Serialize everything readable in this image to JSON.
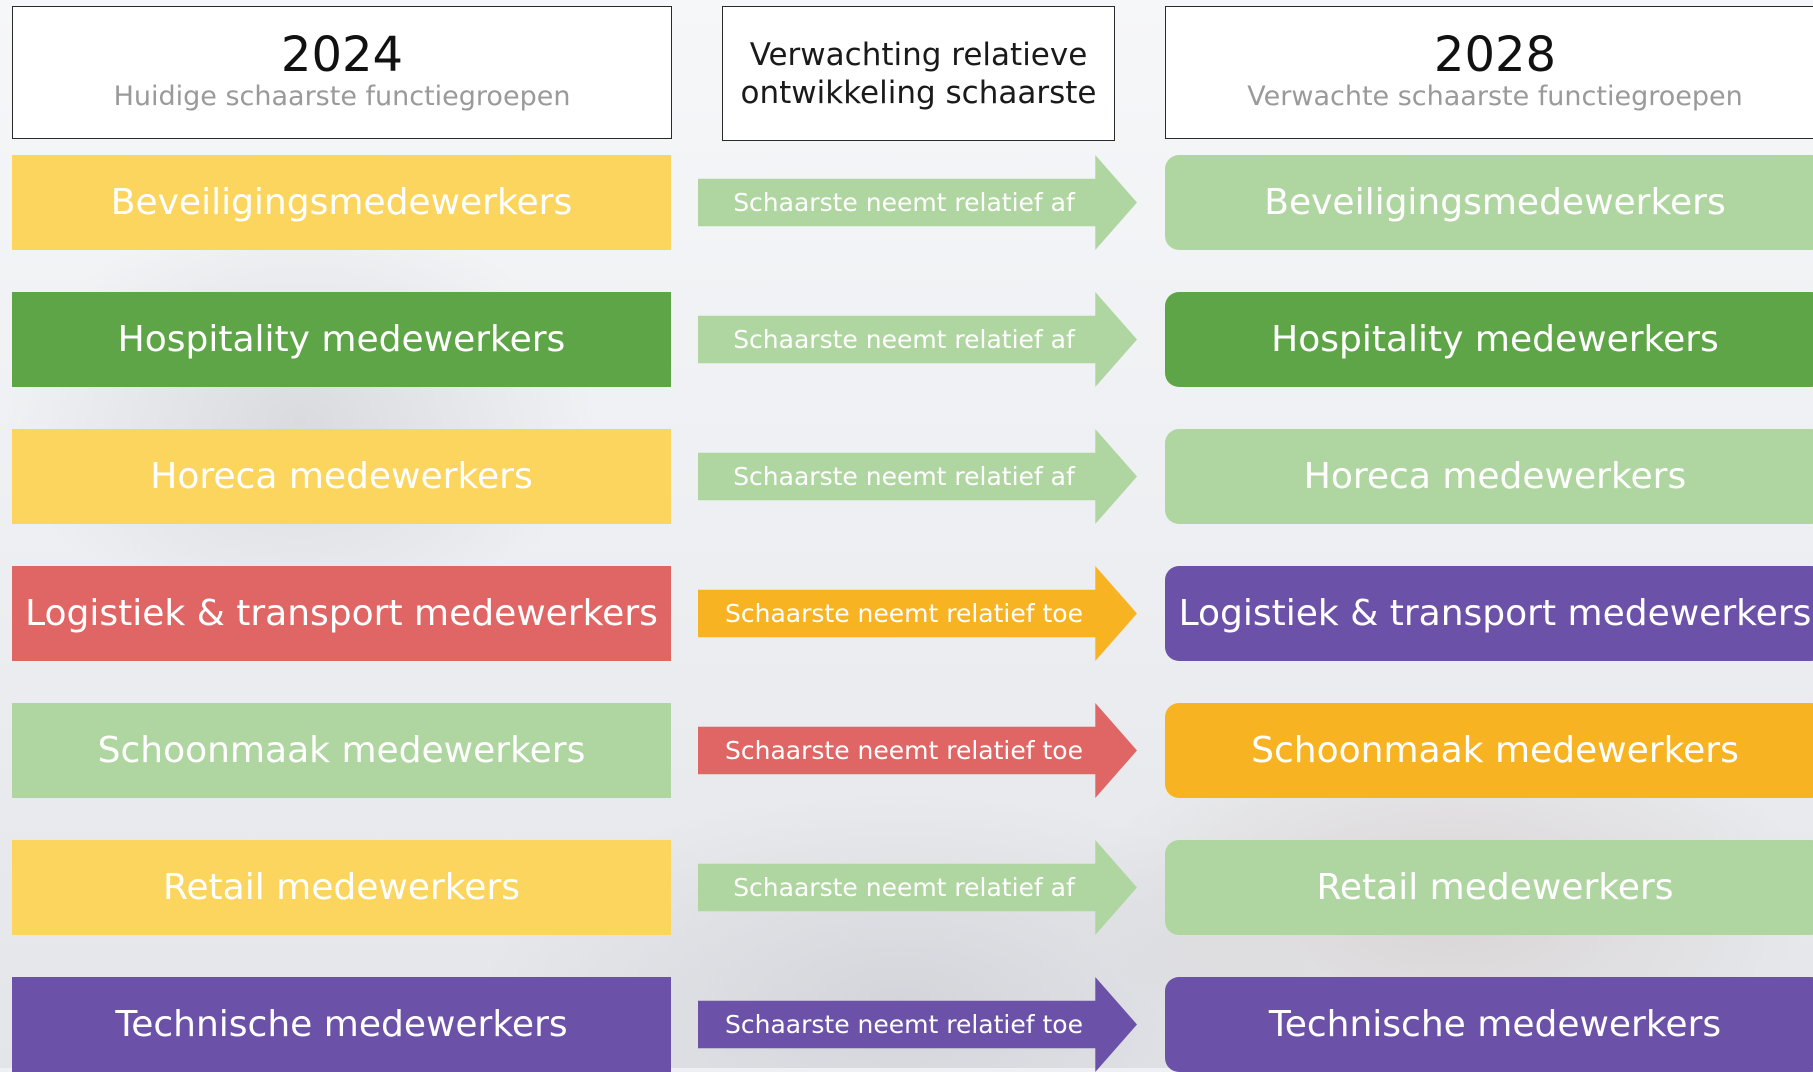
{
  "colors": {
    "yellow": "#fbd55d",
    "yellow_strong": "#f8b323",
    "dark_green": "#5ea548",
    "light_green": "#afd6a0",
    "red": "#e06565",
    "purple": "#6b51a8"
  },
  "header": {
    "left_year": "2024",
    "left_subtitle": "Huidige schaarste functiegroepen",
    "middle_title": "Verwachting relatieve ontwikkeling schaarste",
    "right_year": "2028",
    "right_subtitle": "Verwachte schaarste functiegroepen"
  },
  "rows": [
    {
      "left_label": "Beveiligingsmedewerkers",
      "left_color": "#fbd55d",
      "arrow_label": "Schaarste neemt relatief af",
      "arrow_color": "#afd6a0",
      "right_label": "Beveiligingsmedewerkers",
      "right_color": "#afd6a0"
    },
    {
      "left_label": "Hospitality medewerkers",
      "left_color": "#5ea548",
      "arrow_label": "Schaarste neemt relatief af",
      "arrow_color": "#afd6a0",
      "right_label": "Hospitality medewerkers",
      "right_color": "#5ea548"
    },
    {
      "left_label": "Horeca medewerkers",
      "left_color": "#fbd55d",
      "arrow_label": "Schaarste neemt relatief af",
      "arrow_color": "#afd6a0",
      "right_label": "Horeca medewerkers",
      "right_color": "#afd6a0"
    },
    {
      "left_label": "Logistiek & transport medewerkers",
      "left_color": "#e06565",
      "arrow_label": "Schaarste neemt relatief toe",
      "arrow_color": "#f8b323",
      "right_label": "Logistiek & transport medewerkers",
      "right_color": "#6b51a8"
    },
    {
      "left_label": "Schoonmaak medewerkers",
      "left_color": "#afd6a0",
      "arrow_label": "Schaarste neemt relatief toe",
      "arrow_color": "#e06565",
      "right_label": "Schoonmaak medewerkers",
      "right_color": "#f8b323"
    },
    {
      "left_label": "Retail medewerkers",
      "left_color": "#fbd55d",
      "arrow_label": "Schaarste neemt relatief af",
      "arrow_color": "#afd6a0",
      "right_label": "Retail medewerkers",
      "right_color": "#afd6a0"
    },
    {
      "left_label": "Technische medewerkers",
      "left_color": "#6b51a8",
      "arrow_label": "Schaarste neemt relatief toe",
      "arrow_color": "#6b51a8",
      "right_label": "Technische medewerkers",
      "right_color": "#6b51a8"
    }
  ]
}
